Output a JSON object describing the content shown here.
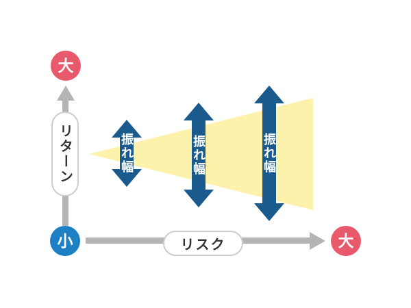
{
  "y_axis": {
    "label": "リターン",
    "max_label": "大",
    "min_label": "小"
  },
  "x_axis": {
    "label": "リスク",
    "max_label": "大"
  },
  "arrows": [
    {
      "label": "振れ幅"
    },
    {
      "label": "振れ幅"
    },
    {
      "label": "振れ幅"
    }
  ],
  "colors": {
    "max_badge_red": "#E8596B",
    "min_badge_blue": "#1E80C4",
    "range_arrow_navy": "#1A5A8C",
    "wedge_yellow": "#FCF2AC",
    "axis_gray": "#B5B5B5",
    "pill_border_gray": "#CCCCCC",
    "pill_text": "#333333"
  }
}
